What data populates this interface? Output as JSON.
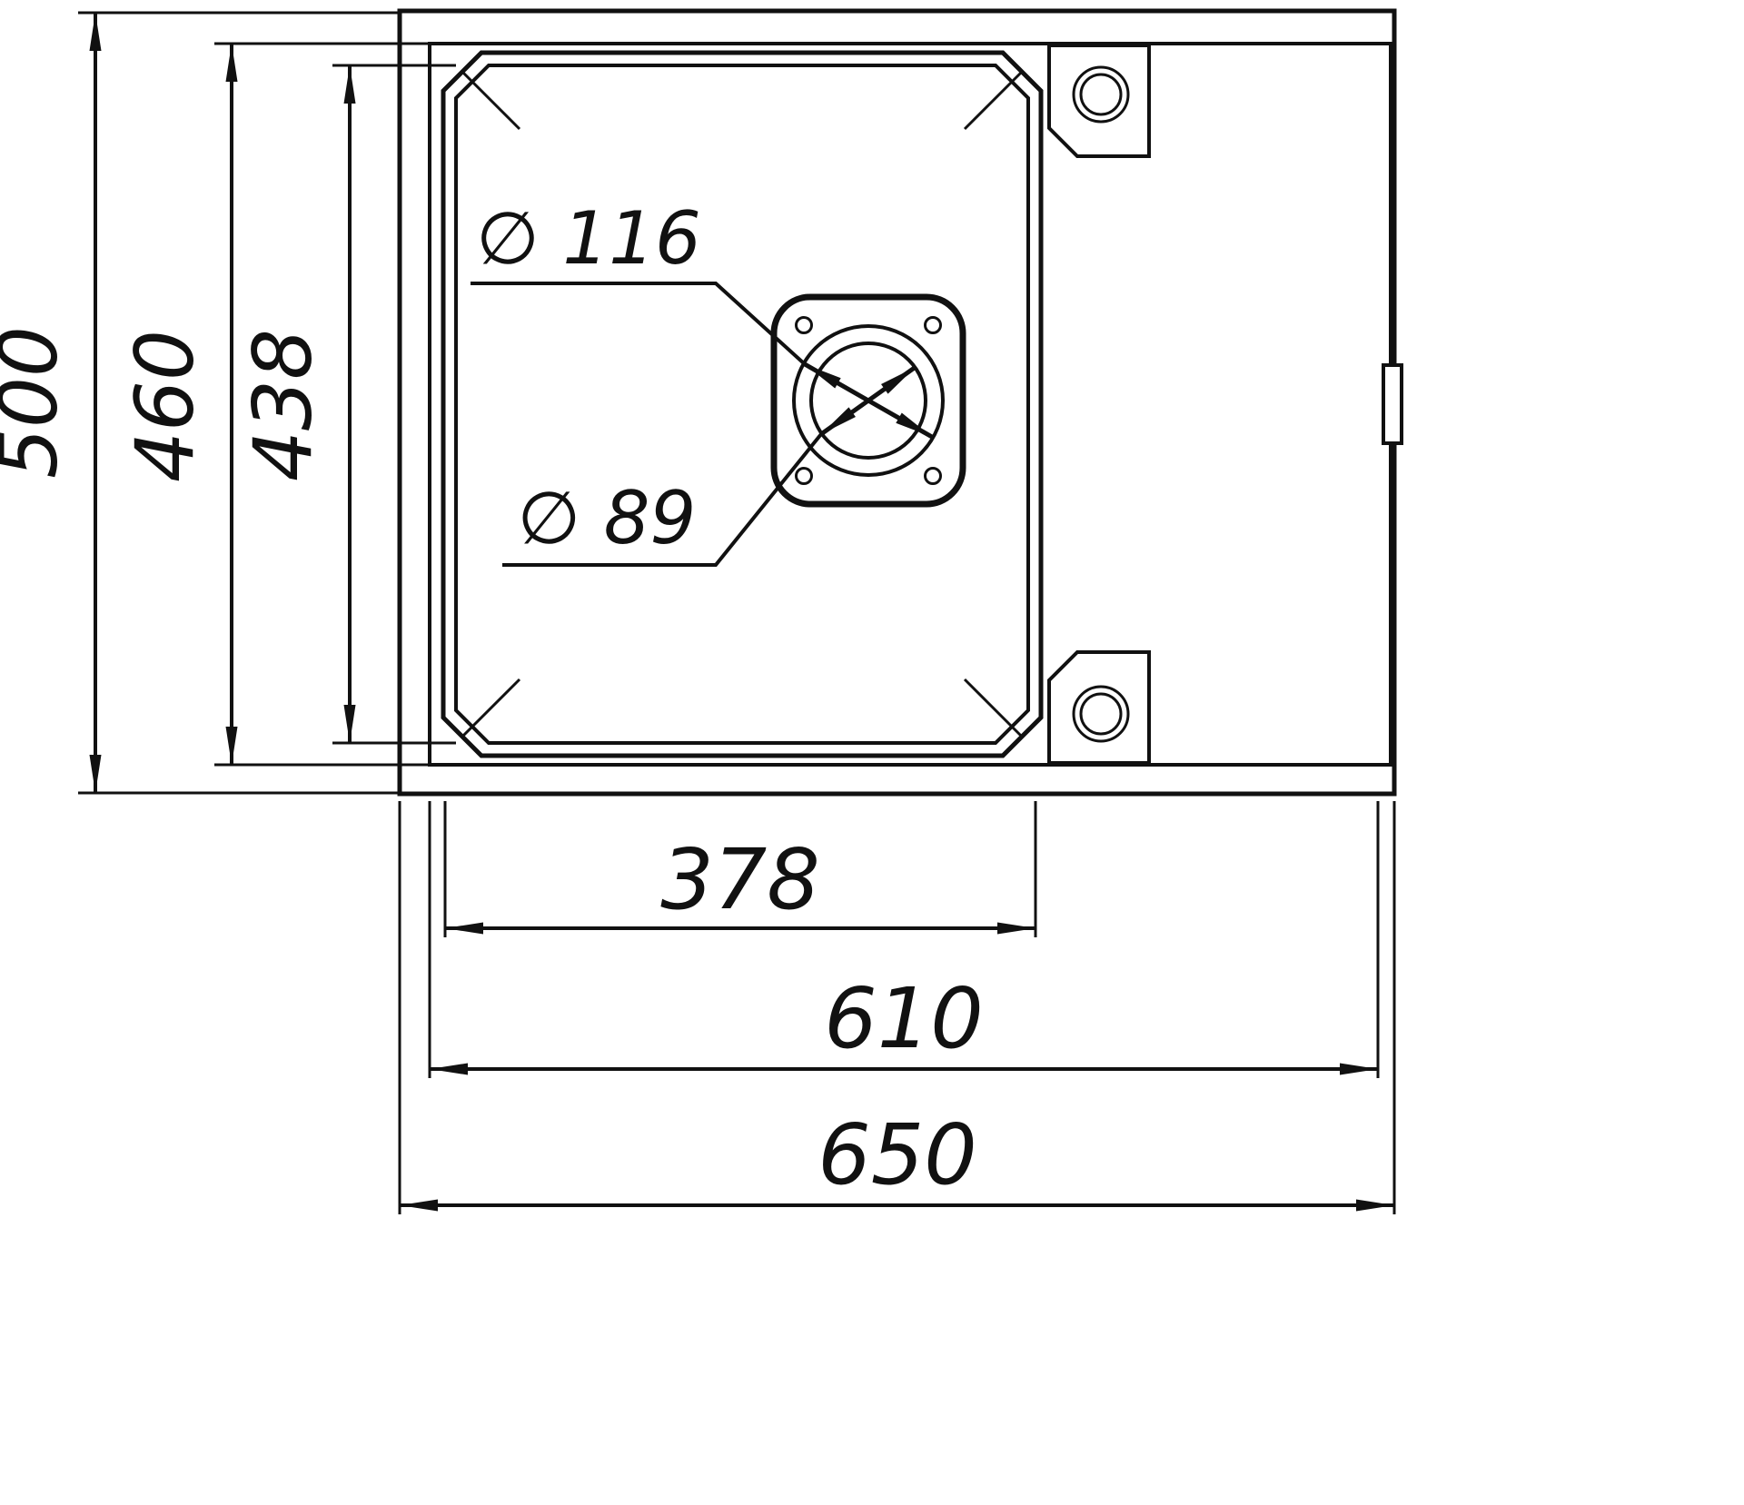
{
  "drawing": {
    "colors": {
      "line": "#111111",
      "background": "#ffffff"
    },
    "dimensions": {
      "overall_height": "500",
      "rim_height": "460",
      "bowl_inner_height": "438",
      "bowl_width": "378",
      "rim_width": "610",
      "overall_width": "650"
    },
    "callouts": {
      "drain_flange_diameter": "∅ 116",
      "drain_hole_diameter": "∅ 89"
    }
  }
}
